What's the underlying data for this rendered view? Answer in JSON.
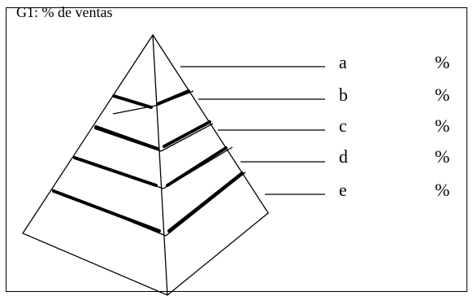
{
  "title": "G1: % de ventas",
  "levels": [
    {
      "letter": "a",
      "unit": "%"
    },
    {
      "letter": "b",
      "unit": "%"
    },
    {
      "letter": "c",
      "unit": "%"
    },
    {
      "letter": "d",
      "unit": "%"
    },
    {
      "letter": "e",
      "unit": "%"
    }
  ]
}
